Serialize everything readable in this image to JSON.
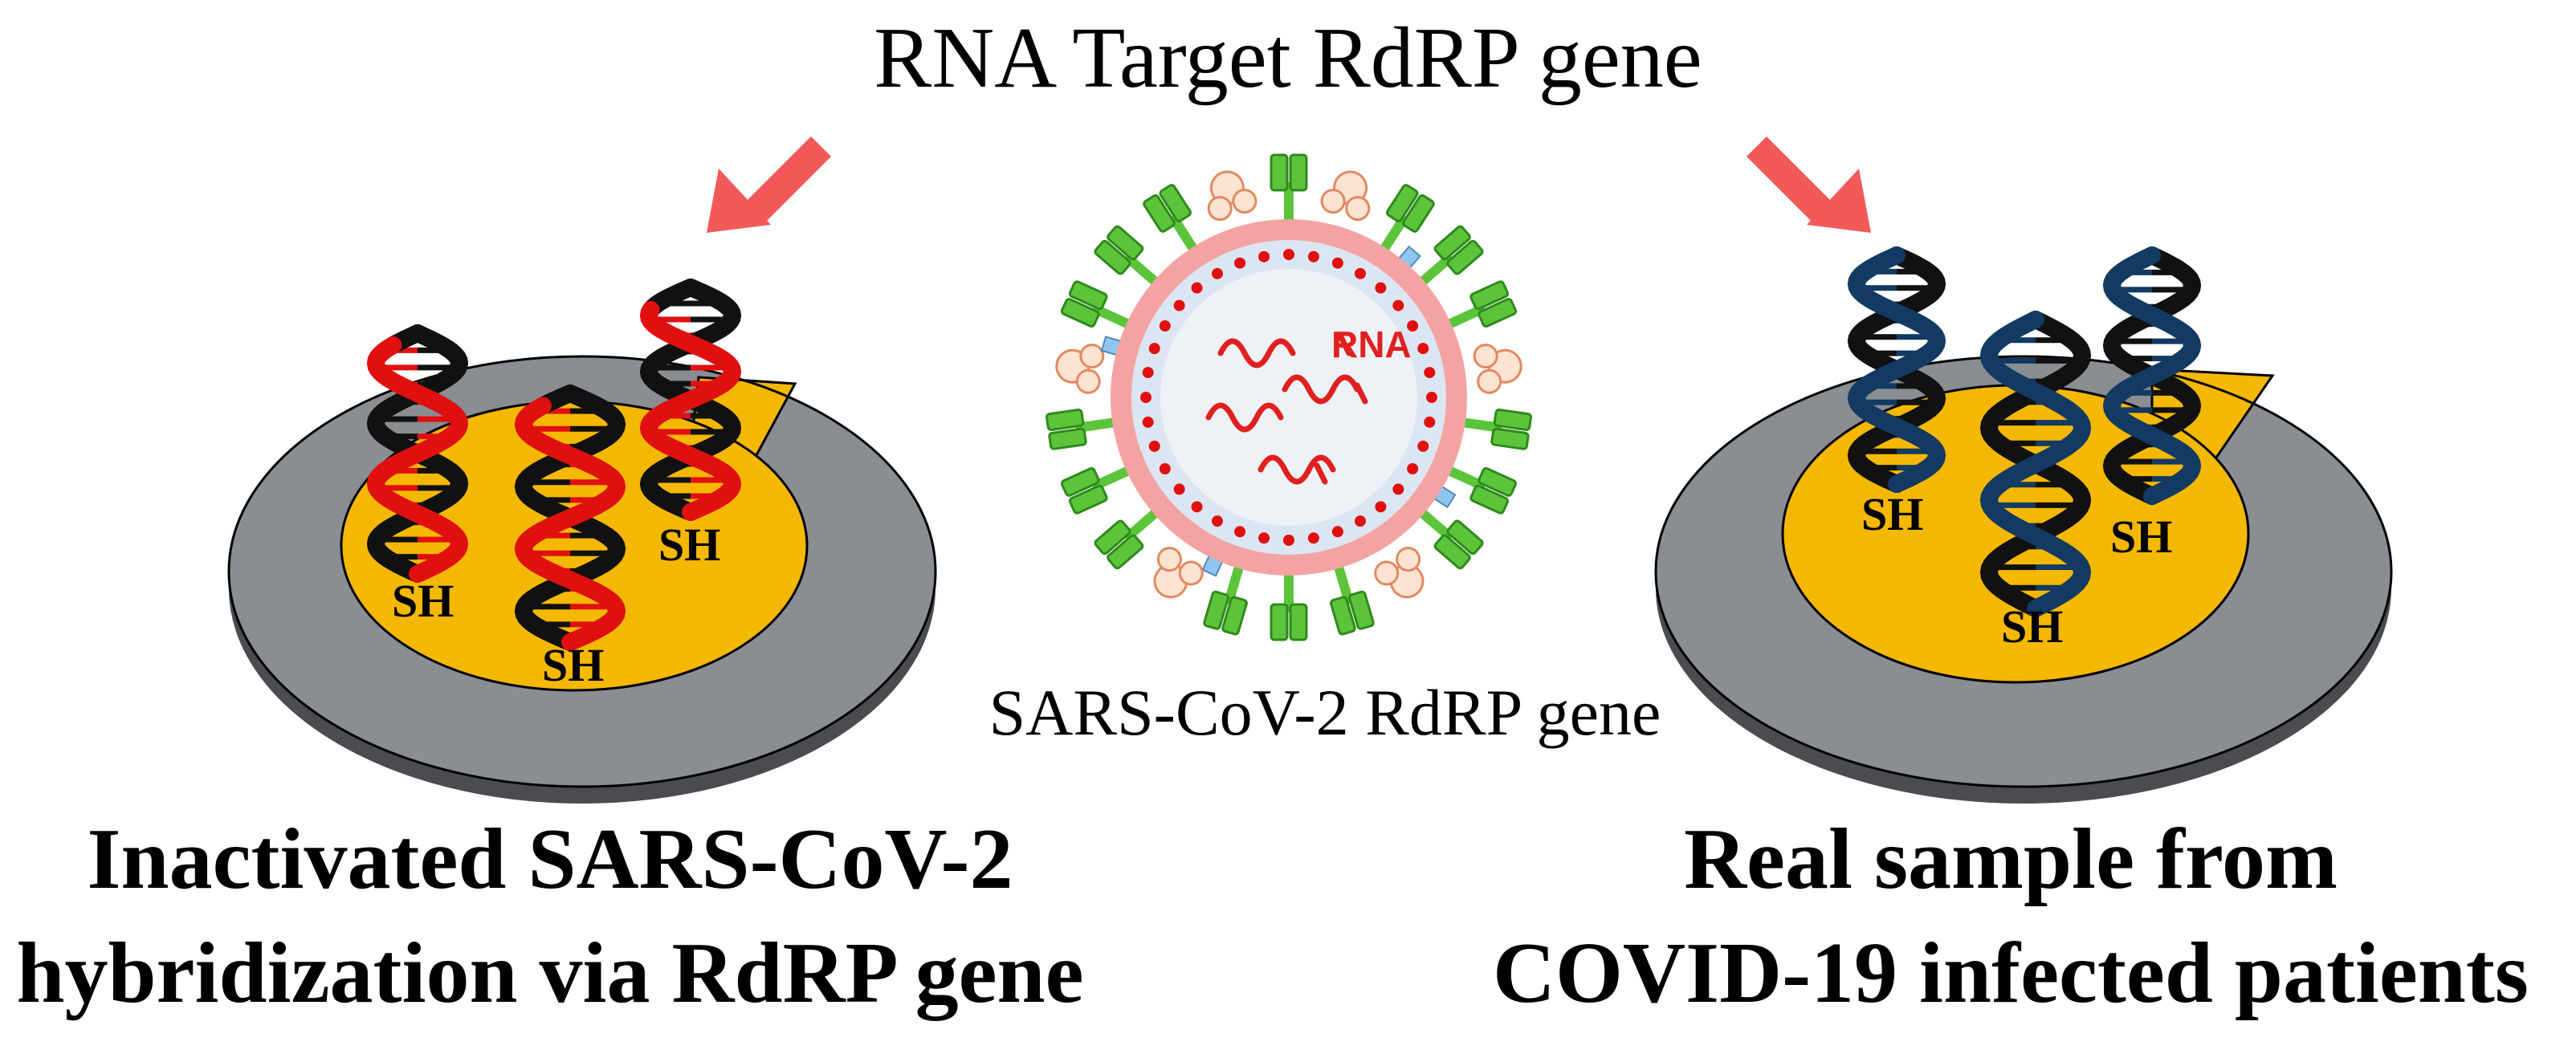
{
  "title": "RNA Target RdRP gene",
  "virus": {
    "label": "SARS-CoV-2 RdRP gene",
    "rna_label": "RNA"
  },
  "left_panel": {
    "caption_line1": "Inactivated SARS-CoV-2",
    "caption_line2": "hybridization via RdRP gene",
    "thiol_labels": [
      "SH",
      "SH",
      "SH"
    ]
  },
  "right_panel": {
    "caption_line1": "Real sample from",
    "caption_line2": "COVID-19 infected patients",
    "thiol_labels": [
      "SH",
      "SH",
      "SH"
    ]
  },
  "colors": {
    "arrow": "#f25a5a",
    "electrode_outer": "#8a8d92",
    "electrode_gold": "#f5b800",
    "probe_strand": "#111111",
    "target_strand_left": "#e01010",
    "target_strand_right": "#123a62",
    "virus_membrane": "#f4a3a3",
    "virus_interior": "#dbe6f2",
    "spike": "#5cc43a"
  }
}
